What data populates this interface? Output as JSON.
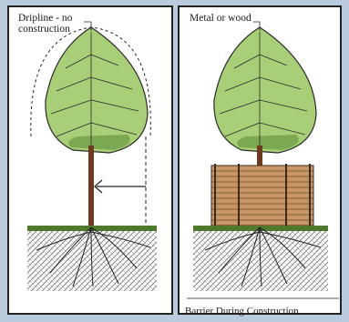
{
  "panels": {
    "left": {
      "label": "Dripline - no construction"
    },
    "right": {
      "label": "Metal or wood"
    }
  },
  "caption": "Barrier During Construction",
  "colors": {
    "background": "#b9cbdc",
    "leaf_green": "#9cc56a",
    "leaf_dark": "#5e8c3a",
    "trunk": "#6b3a1f",
    "fence": "#b07a4a",
    "ground_grass": "#4f7a2e",
    "soil_hatch": "#333333",
    "ink": "#1a1a1a"
  }
}
